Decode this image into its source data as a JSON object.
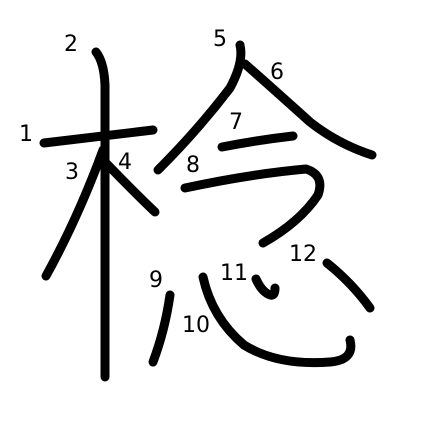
{
  "character": "棯",
  "stroke_color": "#000000",
  "background_color": "#ffffff",
  "stroke_numbers": [
    "1",
    "2",
    "3",
    "4",
    "5",
    "6",
    "7",
    "8",
    "9",
    "10",
    "11",
    "12"
  ]
}
